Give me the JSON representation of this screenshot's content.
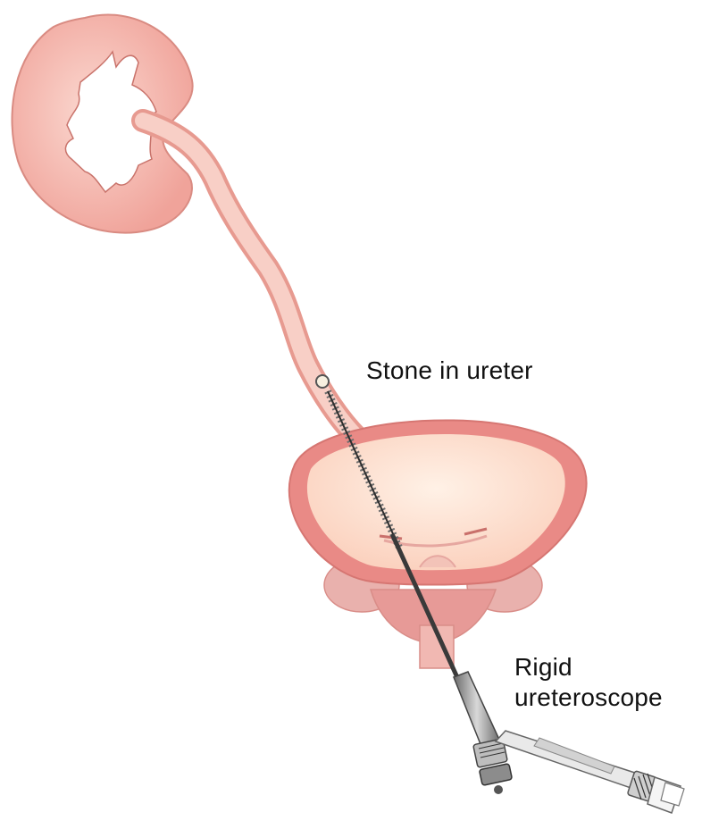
{
  "labels": {
    "stone_in_ureter": "Stone in ureter",
    "scope_line1": "Rigid",
    "scope_line2": "ureteroscope"
  },
  "colors": {
    "kidney": "#f0a39a",
    "kidney_light": "#f9d3cb",
    "ureter": "#f3b5ab",
    "bladder_wall": "#e98a86",
    "bladder_inner": "#fcdcc8",
    "prostate": "#e8a3a0",
    "scope_dark": "#3a3a3a",
    "scope_metal": "#9a9a9a",
    "stone": "#f8f0e0"
  }
}
